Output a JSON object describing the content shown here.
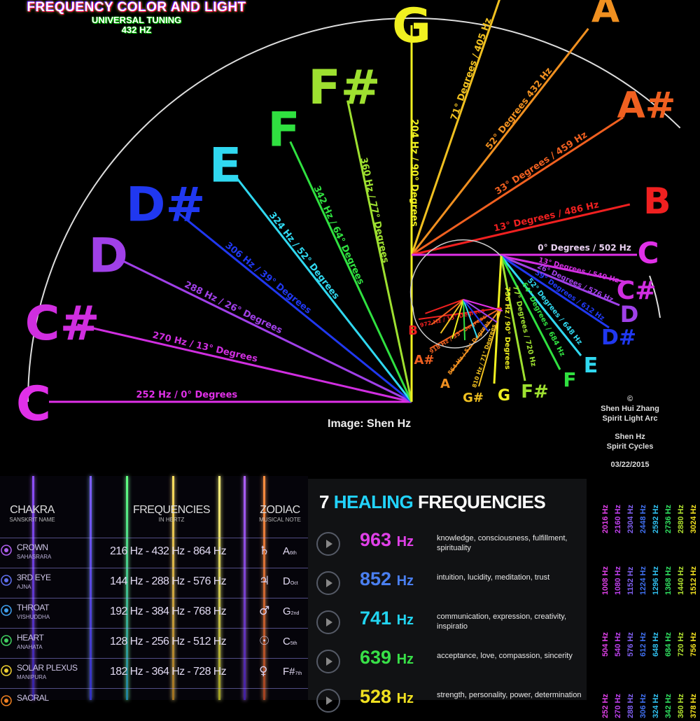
{
  "title": {
    "main": "FREQUENCY COLOR AND LIGHT",
    "sub1": "UNIVERSAL TUNING",
    "sub2": "432 HZ"
  },
  "wheel": {
    "notes": [
      {
        "note": "C",
        "label": "252 Hz / 0° Degrees",
        "color": "#e030e8"
      },
      {
        "note": "C#",
        "label": "270 Hz / 13° Degrees",
        "color": "#d02ee0"
      },
      {
        "note": "D",
        "label": "288 Hz / 26° Degrees",
        "color": "#a040e8"
      },
      {
        "note": "D#",
        "label": "306 Hz / 39° Degrees",
        "color": "#2038f0"
      },
      {
        "note": "E",
        "label": "324 Hz / 52° Degrees",
        "color": "#30d8f0"
      },
      {
        "note": "F",
        "label": "342 Hz / 64° Degrees",
        "color": "#30e040"
      },
      {
        "note": "F#",
        "label": "360 Hz / 77° Degrees",
        "color": "#9ee030"
      },
      {
        "note": "G",
        "label": "204 Hz / 90° Degrees",
        "color": "#f0f020"
      },
      {
        "note": "G#",
        "label": "71° Degrees / 405 Hz",
        "color": "#f0c020"
      },
      {
        "note": "A",
        "label": "52° Degrees 432 Hz",
        "color": "#f09020"
      },
      {
        "note": "A#",
        "label": "33° Degrees / 459 Hz",
        "color": "#f06020"
      },
      {
        "note": "B",
        "label": "13° Degrees / 486 Hz",
        "color": "#f02020"
      }
    ],
    "inner": {
      "top": {
        "note": "C",
        "label": "0° Degrees / 502 Hz",
        "color": "#e030e8"
      },
      "right": [
        {
          "note": "C#",
          "label": "13° Degrees / 540 Hz",
          "color": "#d02ee0"
        },
        {
          "note": "D",
          "label": "26° Degrees / 576 Hz",
          "color": "#a040e8"
        },
        {
          "note": "D#",
          "label": "39° Degrees / 612 Hz",
          "color": "#2038f0"
        },
        {
          "note": "E",
          "label": "52° Degrees / 648 Hz",
          "color": "#30d8f0"
        },
        {
          "note": "F",
          "label": "64° Degrees / 684 Hz",
          "color": "#30e040"
        },
        {
          "note": "F#",
          "label": "77° Degrees / 720 Hz",
          "color": "#9ee030"
        },
        {
          "note": "G",
          "label": "756 Hz / 90° Degrees",
          "color": "#f0f020"
        }
      ],
      "left": [
        {
          "note": "G#",
          "label": "810 Hz / 71° Degrees",
          "color": "#f0c020"
        },
        {
          "note": "A",
          "label": "864 Hz / 52° Degrees",
          "color": "#f09020"
        },
        {
          "note": "A#",
          "label": "918 Hz / 33° Degrees",
          "color": "#f06020"
        },
        {
          "note": "B",
          "label": "972 Hz / 13° Degrees",
          "color": "#f02020"
        }
      ]
    }
  },
  "credit": "Image: Shen Hz",
  "copyright": {
    "symbol": "©",
    "l1": "Shen Hui Zhang",
    "l2": "Spirit Light Arc",
    "l3": "Shen Hz",
    "l4": "Spirit Cycles",
    "date": "03/22/2015"
  },
  "chakra_table": {
    "headers": [
      {
        "title": "CHAKRA",
        "sub": "SANSKRIT NAME"
      },
      {
        "title": "FREQUENCIES",
        "sub": "IN HERTZ"
      },
      {
        "title": "ZODIAC",
        "sub": "MUSICAL NOTE"
      }
    ],
    "rows": [
      {
        "name": "CROWN",
        "sanskrit": "SAHASRARA",
        "freq": "216 Hz - 432 Hz - 864 Hz",
        "planet": "♄",
        "note": "A",
        "sup": "6th",
        "color": "#b060f0"
      },
      {
        "name": "3RD EYE",
        "sanskrit": "AJNA",
        "freq": "144 Hz - 288 Hz - 576 Hz",
        "planet": "♃",
        "note": "D",
        "sup": "Oct",
        "color": "#6070f0"
      },
      {
        "name": "THROAT",
        "sanskrit": "VISHUDDHA",
        "freq": "192 Hz - 384 Hz - 768 Hz",
        "planet": "♂",
        "note": "G",
        "sup": "2nd",
        "color": "#40a0f0"
      },
      {
        "name": "HEART",
        "sanskrit": "ANAHATA",
        "freq": "128 Hz - 256 Hz - 512 Hz",
        "planet": "☉",
        "note": "C",
        "sup": "5th",
        "color": "#40d060"
      },
      {
        "name": "SOLAR PLEXUS",
        "sanskrit": "MANIPURA",
        "freq": "182 Hz - 364 Hz - 728 Hz",
        "planet": "♀",
        "note": "F#",
        "sup": "7th",
        "color": "#f0d030"
      },
      {
        "name": "SACRAL",
        "sanskrit": "",
        "freq": "",
        "planet": "",
        "note": "",
        "sup": "",
        "color": "#f08020"
      }
    ]
  },
  "healing": {
    "title_a": "7",
    "title_b": "HEALING",
    "title_c": "FREQUENCIES",
    "items": [
      {
        "hz": "963",
        "unit": "Hz",
        "desc": "knowledge, consciousness, fulfillment, spirituality",
        "color": "#e040e8"
      },
      {
        "hz": "852",
        "unit": "Hz",
        "desc": "intuition, lucidity, meditation, trust",
        "color": "#4a7ff0"
      },
      {
        "hz": "741",
        "unit": "Hz",
        "desc": "communication, expression, creativity, inspiratio",
        "color": "#22d4f0"
      },
      {
        "hz": "639",
        "unit": "Hz",
        "desc": "acceptance, love, compassion, sincerity",
        "color": "#38e048"
      },
      {
        "hz": "528",
        "unit": "Hz",
        "desc": "strength, personality, power, determination",
        "color": "#f0e020"
      }
    ]
  },
  "grid": {
    "columns": [
      {
        "color": "#e040e8",
        "cells": [
          "2016 Hz",
          "1008 Hz",
          "504 Hz",
          "252 Hz"
        ]
      },
      {
        "color": "#c040f0",
        "cells": [
          "2160 Hz",
          "1080 Hz",
          "540 Hz",
          "270 Hz"
        ]
      },
      {
        "color": "#8060f0",
        "cells": [
          "2304 Hz",
          "1152 Hz",
          "576 Hz",
          "288 Hz"
        ]
      },
      {
        "color": "#4070f0",
        "cells": [
          "2448 Hz",
          "1224 Hz",
          "612 Hz",
          "306 Hz"
        ]
      },
      {
        "color": "#30c0f0",
        "cells": [
          "2592 Hz",
          "1296 Hz",
          "648 Hz",
          "324 Hz"
        ]
      },
      {
        "color": "#30e060",
        "cells": [
          "2736 Hz",
          "1368 Hz",
          "684 Hz",
          "342 Hz"
        ]
      },
      {
        "color": "#b0e030",
        "cells": [
          "2880 Hz",
          "1440 Hz",
          "720 Hz",
          "360 Hz"
        ]
      },
      {
        "color": "#f0e020",
        "cells": [
          "3024 Hz",
          "1512 Hz",
          "756 Hz",
          "378 Hz"
        ]
      }
    ]
  }
}
